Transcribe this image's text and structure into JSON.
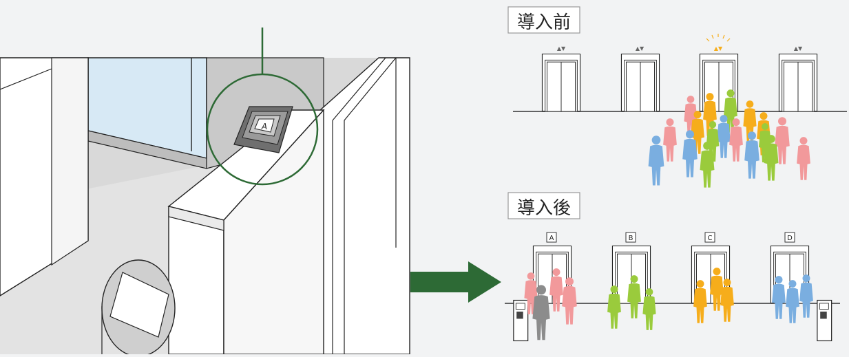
{
  "before": {
    "label": "導入前",
    "elevator_count": 4,
    "arriving_elevator": 3
  },
  "after": {
    "label": "導入後",
    "elevators": [
      "A",
      "B",
      "C",
      "D"
    ]
  },
  "illustration": {
    "panel_display": "A"
  },
  "colors": {
    "pink": "#f2999b",
    "blue": "#7aaee0",
    "green": "#9acb3c",
    "orange": "#f6ad1b",
    "gray": "#8c8c8c",
    "highlight_ring": "#2d6a35",
    "arrow": "#2d6a35",
    "arrival_lamp": "#f6ad1b"
  }
}
